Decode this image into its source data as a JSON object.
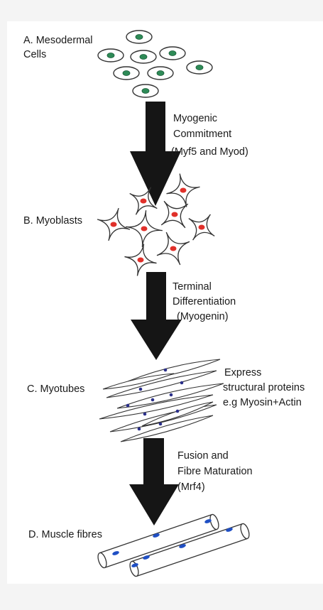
{
  "stages": [
    {
      "label": "A. Mesodermal",
      "label_line2": "Cells"
    },
    {
      "label": "B. Myoblasts"
    },
    {
      "label": "C. Myotubes"
    },
    {
      "label": "D. Muscle fibres"
    }
  ],
  "transitions": [
    {
      "lines": [
        "Myogenic",
        "Commitment",
        "(Myf5 and Myod)"
      ]
    },
    {
      "lines": [
        "Terminal",
        "Differentiation",
        "(Myogenin)"
      ]
    },
    {
      "lines": [
        "Fusion and",
        "Fibre Maturation",
        "(Mrf4)"
      ]
    }
  ],
  "annotation": {
    "lines": [
      "Express",
      "structural proteins",
      "e.g Myosin+Actin"
    ]
  },
  "colors": {
    "arrow": "#151515",
    "mesoderm_nucleus": "#2e8b57",
    "myoblast_nucleus": "#e0302a",
    "myotube_nucleus": "#2a2f8a",
    "fibre_nucleus": "#1f4fc4",
    "outline": "#333333"
  }
}
